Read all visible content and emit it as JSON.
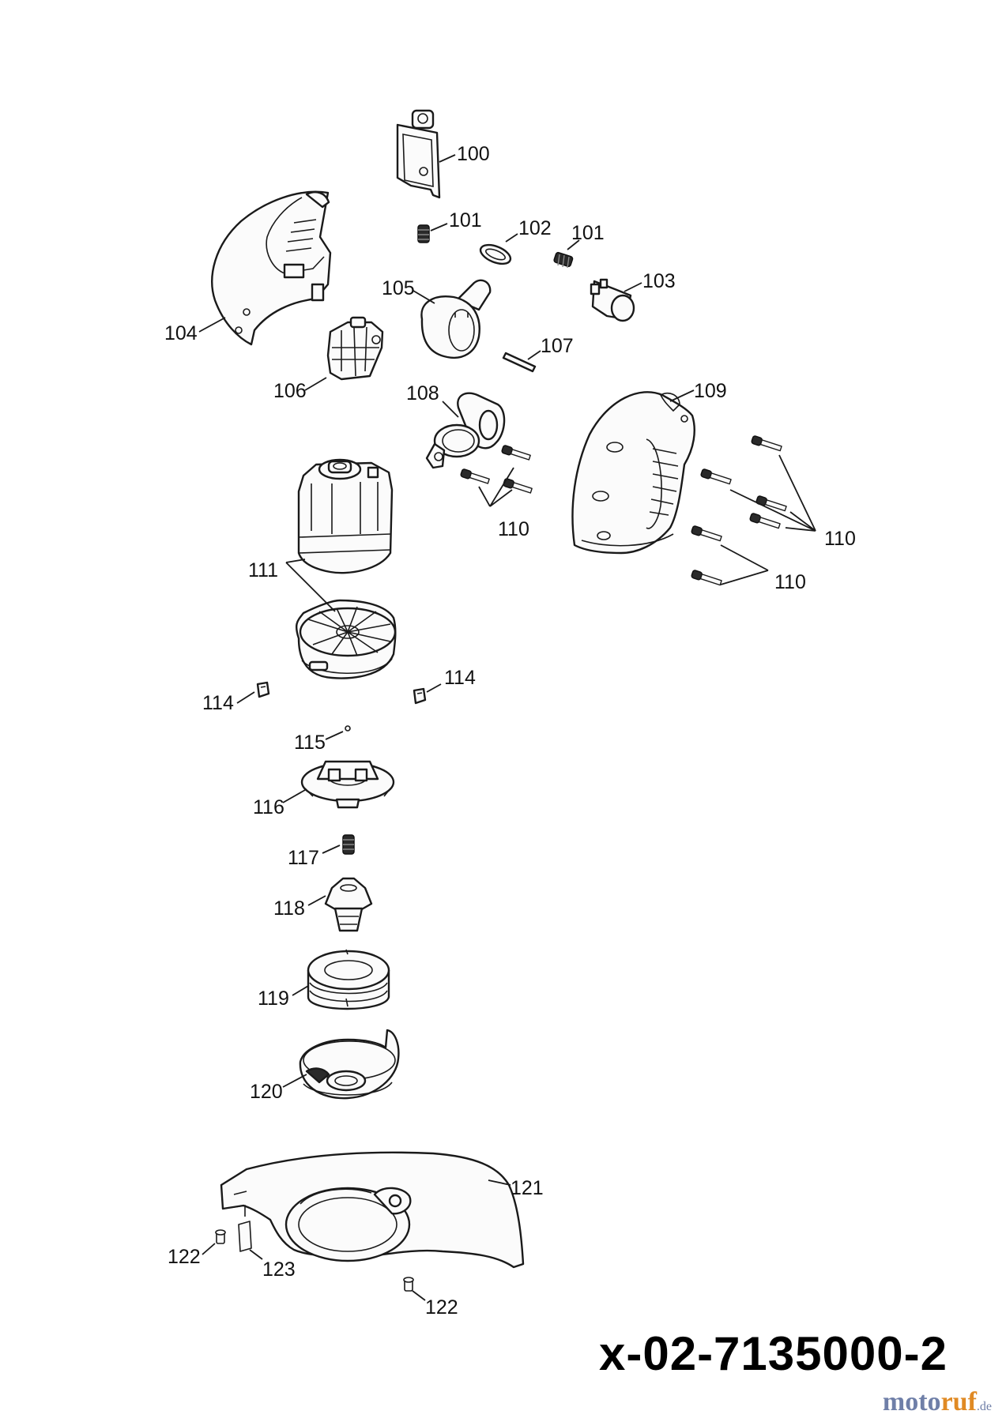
{
  "diagram": {
    "parts": [
      {
        "id": "part-100",
        "label": "100"
      },
      {
        "id": "part-101a",
        "label": "101"
      },
      {
        "id": "part-102",
        "label": "102"
      },
      {
        "id": "part-101b",
        "label": "101"
      },
      {
        "id": "part-103",
        "label": "103"
      },
      {
        "id": "part-104",
        "label": "104"
      },
      {
        "id": "part-105",
        "label": "105"
      },
      {
        "id": "part-106",
        "label": "106"
      },
      {
        "id": "part-107",
        "label": "107"
      },
      {
        "id": "part-108",
        "label": "108"
      },
      {
        "id": "part-109",
        "label": "109"
      },
      {
        "id": "part-110a",
        "label": "110"
      },
      {
        "id": "part-110b",
        "label": "110"
      },
      {
        "id": "part-110c",
        "label": "110"
      },
      {
        "id": "part-111",
        "label": "111"
      },
      {
        "id": "part-114a",
        "label": "114"
      },
      {
        "id": "part-114b",
        "label": "114"
      },
      {
        "id": "part-115",
        "label": "115"
      },
      {
        "id": "part-116",
        "label": "116"
      },
      {
        "id": "part-117",
        "label": "117"
      },
      {
        "id": "part-118",
        "label": "118"
      },
      {
        "id": "part-119",
        "label": "119"
      },
      {
        "id": "part-120",
        "label": "120"
      },
      {
        "id": "part-121",
        "label": "121"
      },
      {
        "id": "part-122a",
        "label": "122"
      },
      {
        "id": "part-123",
        "label": "123"
      },
      {
        "id": "part-122b",
        "label": "122"
      }
    ],
    "drawing_number": "x-02-7135000-2",
    "watermark": {
      "main": "moto",
      "accent": "ruf",
      "suffix": ".de"
    }
  }
}
